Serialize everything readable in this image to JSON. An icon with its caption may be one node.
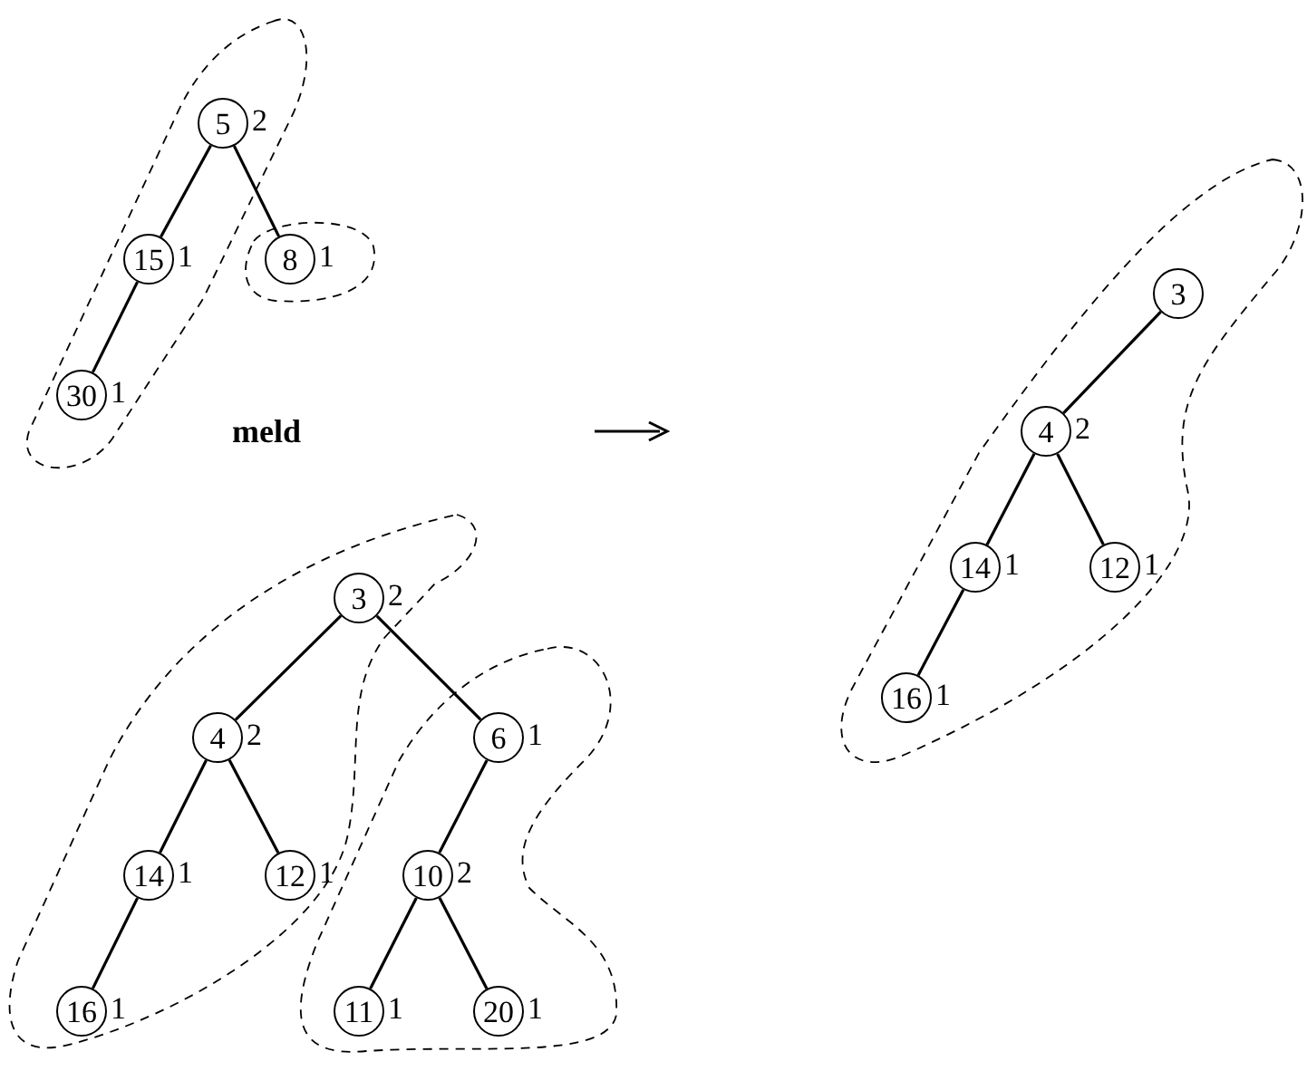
{
  "diagram": {
    "nodes": [
      {
        "text": [
          "5"
        ],
        "beside": [
          "2"
        ]
      },
      {
        "text": [
          "15"
        ],
        "beside": [
          "1"
        ]
      },
      {
        "text": [
          "8"
        ],
        "beside": [
          "1"
        ]
      },
      {
        "text": [
          "30"
        ],
        "beside": [
          "1"
        ]
      },
      {
        "text": [
          "3"
        ],
        "beside": [
          "2"
        ]
      },
      {
        "text": [
          "4"
        ],
        "beside": [
          "2"
        ]
      },
      {
        "text": [
          "6"
        ],
        "beside": [
          "1"
        ]
      },
      {
        "text": [
          "14"
        ],
        "beside": [
          "1"
        ]
      },
      {
        "text": [
          "12"
        ],
        "beside": [
          "1"
        ]
      },
      {
        "text": [
          "10"
        ],
        "beside": [
          "2"
        ]
      },
      {
        "text": [
          "16"
        ],
        "beside": [
          "1"
        ]
      },
      {
        "text": [
          "11"
        ],
        "beside": [
          "1"
        ]
      },
      {
        "text": [
          "20"
        ],
        "beside": [
          "1"
        ]
      },
      {
        "text": [
          "3"
        ]
      },
      {
        "text": [
          "4"
        ],
        "beside": [
          "2"
        ]
      },
      {
        "text": [
          "14"
        ],
        "beside": [
          "1"
        ]
      },
      {
        "text": [
          "12"
        ],
        "beside": [
          "1"
        ]
      },
      {
        "text": [
          "16"
        ],
        "beside": [
          "1"
        ]
      }
    ],
    "edges": [
      {
        "from": 0,
        "to": 1,
        "arrow": "none"
      },
      {
        "from": 0,
        "to": 2,
        "arrow": "none"
      },
      {
        "from": 1,
        "to": 3,
        "arrow": "none"
      },
      {
        "from": 4,
        "to": 5,
        "arrow": "none"
      },
      {
        "from": 4,
        "to": 6,
        "arrow": "none"
      },
      {
        "from": 5,
        "to": 7,
        "arrow": "none"
      },
      {
        "from": 5,
        "to": 8,
        "arrow": "none"
      },
      {
        "from": 7,
        "to": 10,
        "arrow": "none"
      },
      {
        "from": 6,
        "to": 9,
        "arrow": "none"
      },
      {
        "from": 9,
        "to": 11,
        "arrow": "none"
      },
      {
        "from": 9,
        "to": 12,
        "arrow": "none"
      },
      {
        "from": 13,
        "to": 14,
        "arrow": "none"
      },
      {
        "from": 14,
        "to": 15,
        "arrow": "none"
      },
      {
        "from": 14,
        "to": 16,
        "arrow": "none"
      },
      {
        "from": 15,
        "to": 17,
        "arrow": "none"
      }
    ],
    "labels": [
      "meld"
    ]
  }
}
